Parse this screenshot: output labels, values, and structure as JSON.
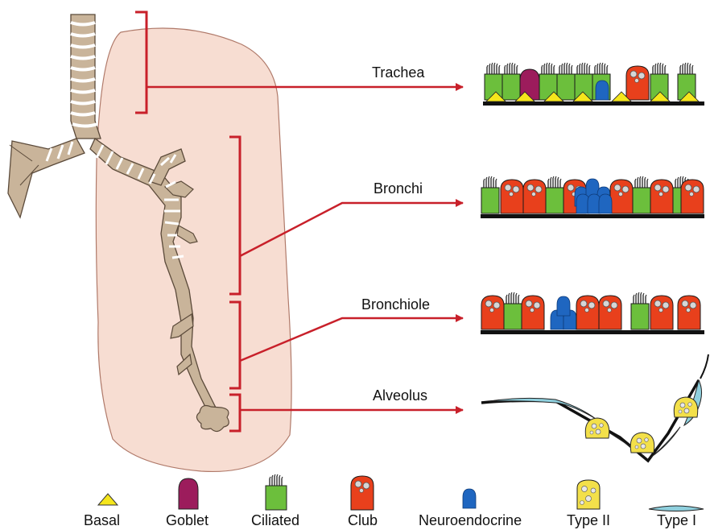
{
  "diagram": {
    "regions": [
      {
        "id": "trachea",
        "label": "Trachea"
      },
      {
        "id": "bronchi",
        "label": "Bronchi"
      },
      {
        "id": "bronchiole",
        "label": "Bronchiole"
      },
      {
        "id": "alveolus",
        "label": "Alveolus"
      }
    ],
    "legend": [
      {
        "id": "basal",
        "label": "Basal"
      },
      {
        "id": "goblet",
        "label": "Goblet"
      },
      {
        "id": "ciliated",
        "label": "Ciliated"
      },
      {
        "id": "club",
        "label": "Club"
      },
      {
        "id": "neuroendocrine",
        "label": "Neuroendocrine"
      },
      {
        "id": "type2",
        "label": "Type II"
      },
      {
        "id": "type1",
        "label": "Type I"
      }
    ],
    "colors": {
      "arrow": "#c8202a",
      "basal": "#f5e61c",
      "goblet": "#9c1c5c",
      "ciliated": "#6cbf3c",
      "club": "#e8401c",
      "neuroendocrine": "#1f66c0",
      "type2": "#f3e04a",
      "type1": "#8fd0de",
      "lung": "#f7ddd2",
      "airway": "#c9b49a"
    }
  }
}
